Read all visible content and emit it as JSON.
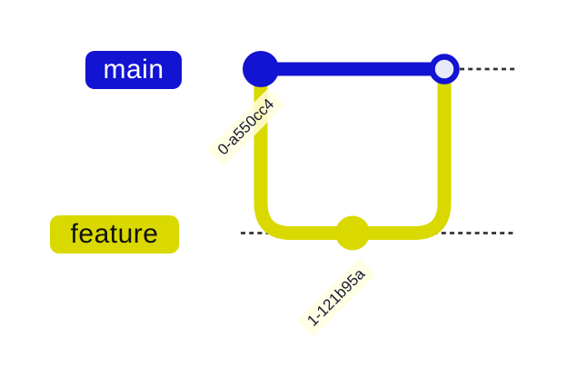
{
  "graph": {
    "type": "git-branch-graph",
    "branches": {
      "main": {
        "label": "main",
        "color": "#1313d2"
      },
      "feature": {
        "label": "feature",
        "color": "#d9d900"
      }
    },
    "commits": {
      "first": {
        "label": "0-a550cc4",
        "branch": "main",
        "style": "filled-dot"
      },
      "second": {
        "label": "1-121b95a",
        "branch": "feature",
        "style": "filled-dot"
      },
      "merge": {
        "branch": "main",
        "style": "open-ring-dot"
      }
    }
  },
  "colors": {
    "background": "#ffffff",
    "main_branch": "#1313d2",
    "feature_branch": "#d9d900",
    "merge_commit_fill": "#e9eaf9",
    "dashed_line": "#333333",
    "commit_label_bg": "#ffffe0d9",
    "commit_label_text": "#181830",
    "main_label_text": "#ffffff",
    "feature_label_text": "#111111"
  }
}
